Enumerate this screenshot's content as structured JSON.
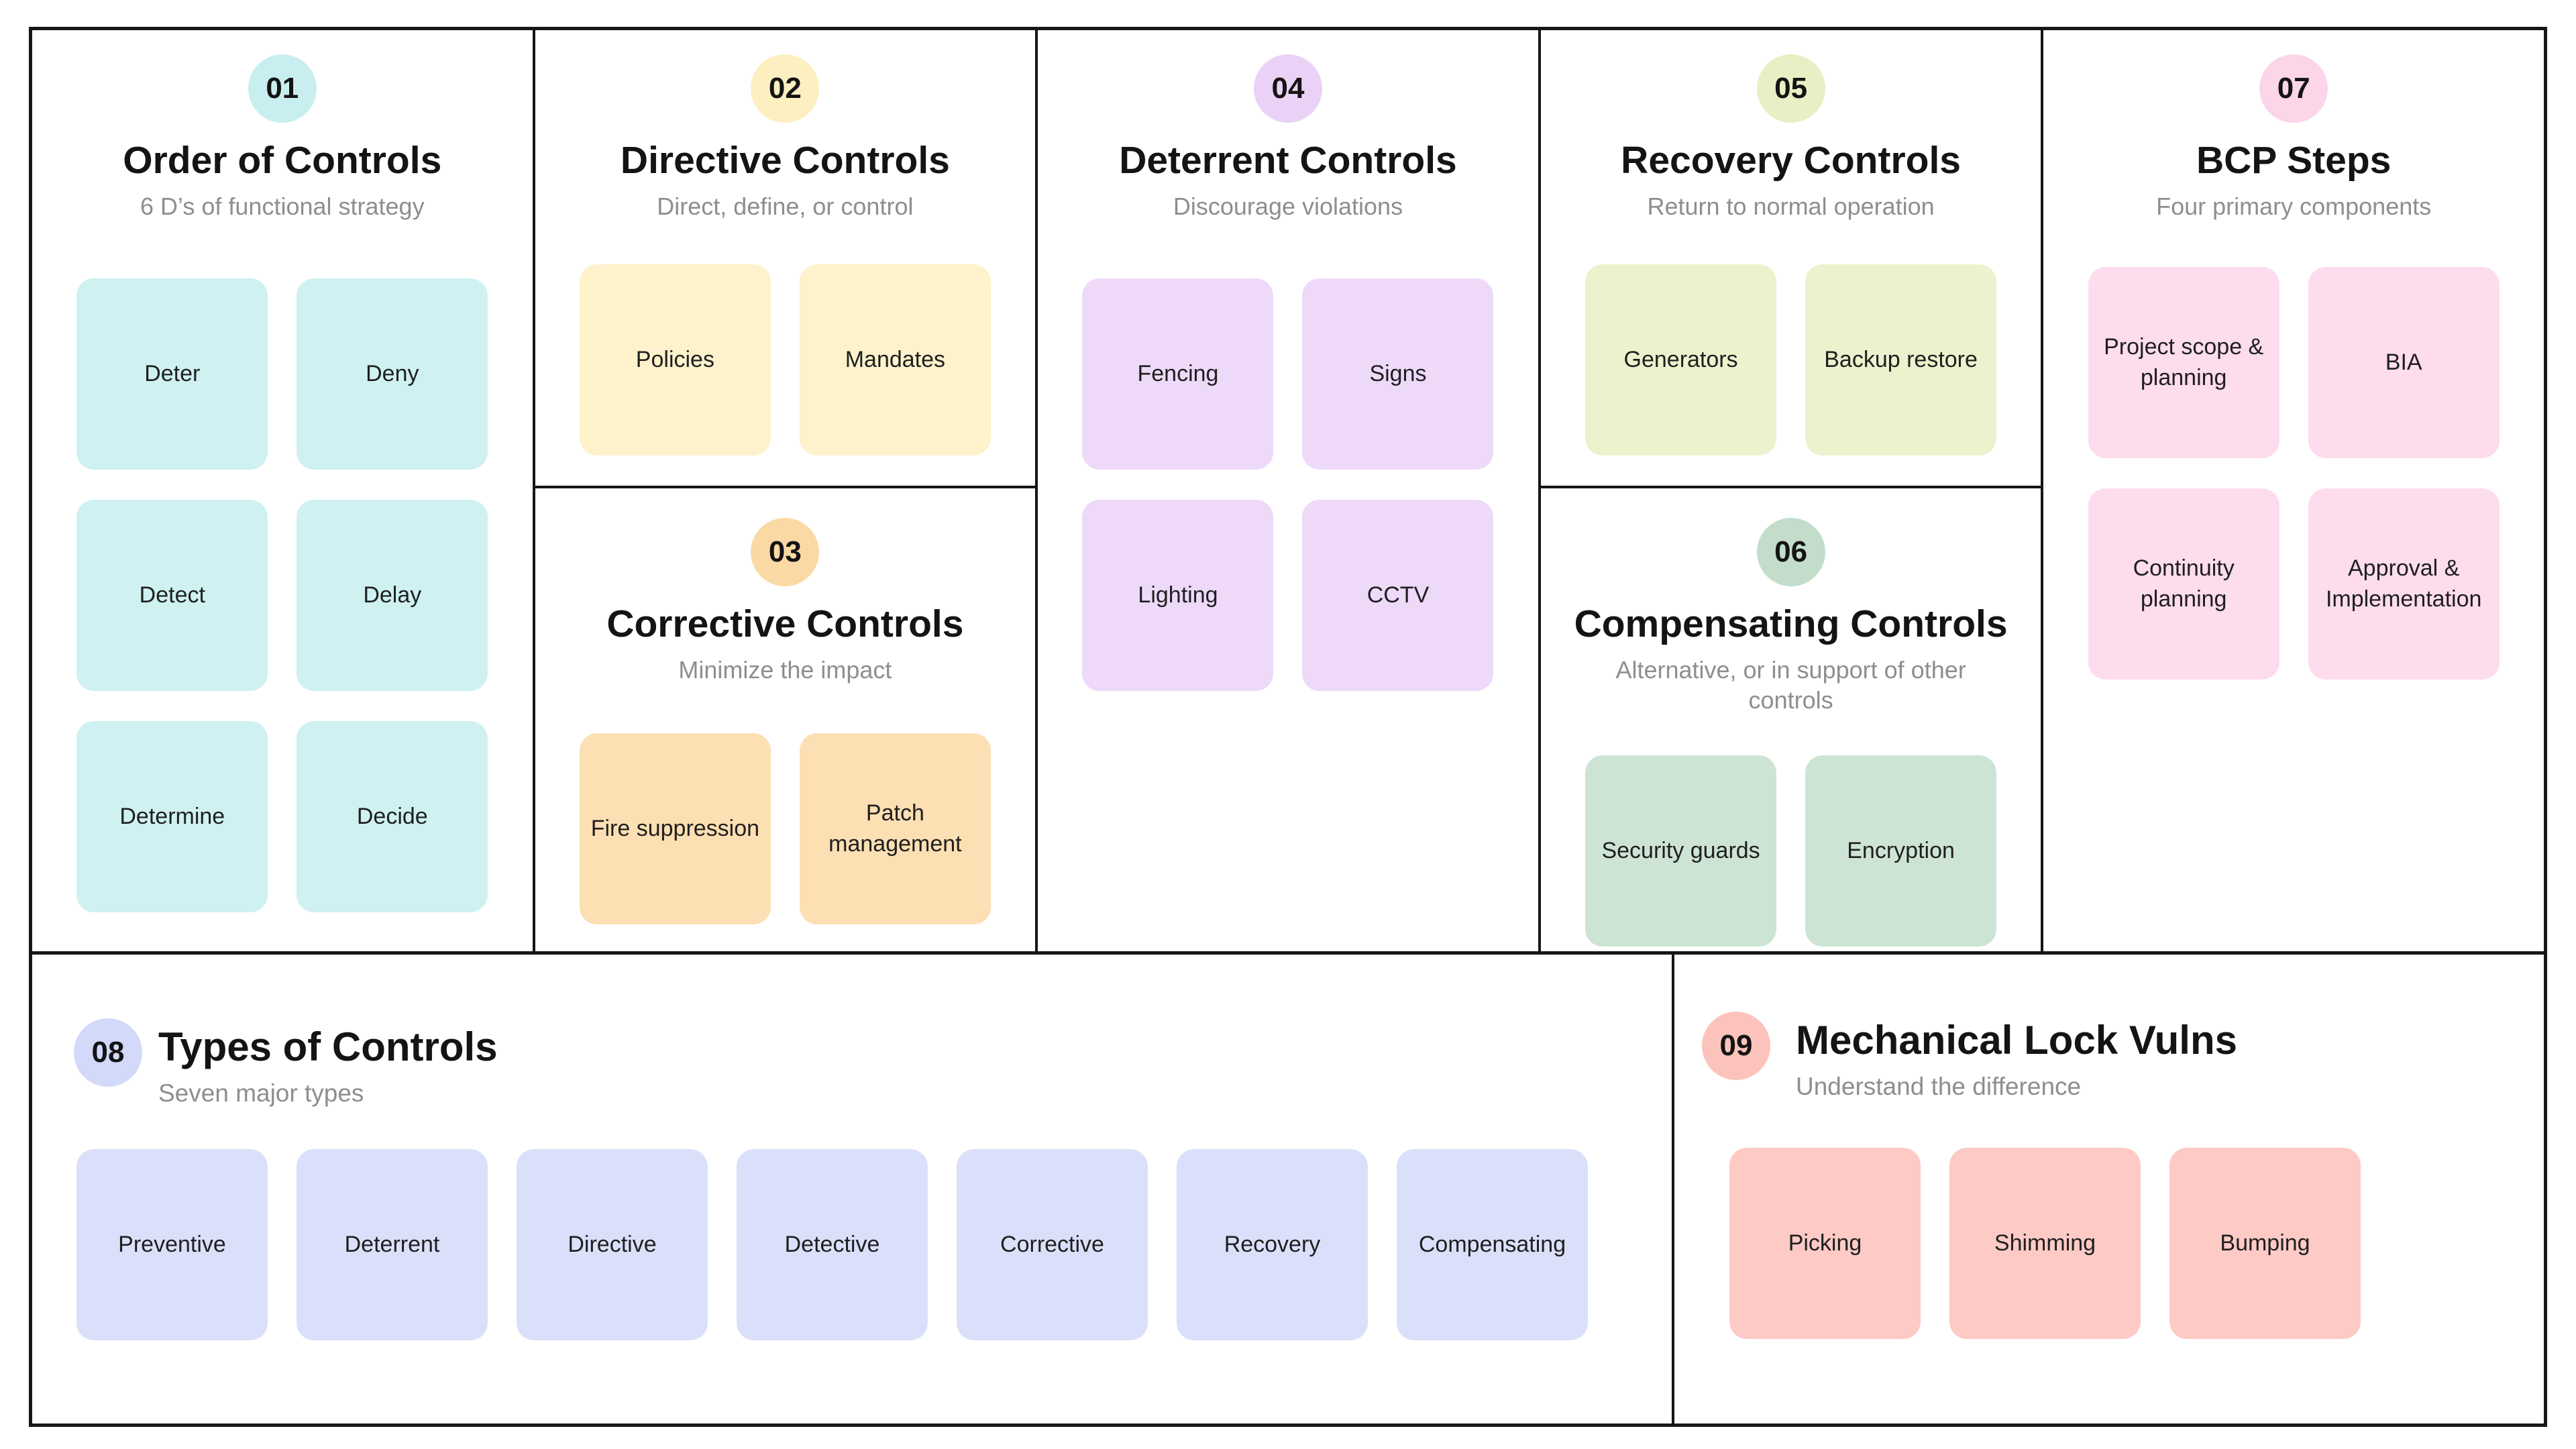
{
  "meta": {
    "background": "#ffffff",
    "border_color": "#161616",
    "title_color": "#141414",
    "subtitle_color": "#8e8e8e",
    "label_color": "#1f1f1f"
  },
  "sections": {
    "s1": {
      "number": "01",
      "title": "Order of Controls",
      "subtitle": "6 D’s of functional strategy",
      "badge_color": "#c9eef0",
      "box_color": "#cff1f2",
      "items": [
        "Deter",
        "Deny",
        "Detect",
        "Delay",
        "Determine",
        "Decide"
      ]
    },
    "s2": {
      "number": "02",
      "title": "Directive Controls",
      "subtitle": "Direct, define, or control",
      "badge_color": "#fdefbf",
      "box_color": "#fdf2cb",
      "items": [
        "Policies",
        "Mandates"
      ]
    },
    "s3": {
      "number": "03",
      "title": "Corrective Controls",
      "subtitle": "Minimize the impact",
      "badge_color": "#fbd9a4",
      "box_color": "#fcdfb2",
      "items": [
        "Fire suppression",
        "Patch management"
      ]
    },
    "s4": {
      "number": "04",
      "title": "Deterrent Controls",
      "subtitle": "Discourage violations",
      "badge_color": "#ead2f7",
      "box_color": "#eed9f9",
      "items": [
        "Fencing",
        "Signs",
        "Lighting",
        "CCTV"
      ]
    },
    "s5": {
      "number": "05",
      "title": "Recovery Controls",
      "subtitle": "Return to normal operation",
      "badge_color": "#e7f0c4",
      "box_color": "#ebf2cd",
      "items": [
        "Generators",
        "Backup restore"
      ]
    },
    "s6": {
      "number": "06",
      "title": "Compensating Controls",
      "subtitle": "Alternative, or in support of other controls",
      "badge_color": "#c3ddca",
      "box_color": "#cde4d4",
      "items": [
        "Security guards",
        "Encryption"
      ]
    },
    "s7": {
      "number": "07",
      "title": "BCP Steps",
      "subtitle": "Four primary components",
      "badge_color": "#fcd5e9",
      "box_color": "#fddcee",
      "items": [
        "Project scope & planning",
        "BIA",
        "Continuity planning",
        "Approval & Implementation"
      ]
    },
    "s8": {
      "number": "08",
      "title": "Types of Controls",
      "subtitle": "Seven major types",
      "badge_color": "#d2d9f9",
      "box_color": "#dbe0fa",
      "items": [
        "Preventive",
        "Deterrent",
        "Directive",
        "Detective",
        "Corrective",
        "Recovery",
        "Compensating"
      ]
    },
    "s9": {
      "number": "09",
      "title": "Mechanical Lock Vulns",
      "subtitle": "Understand the difference",
      "badge_color": "#fcc3bd",
      "box_color": "#fdcac5",
      "items": [
        "Picking",
        "Shimming",
        "Bumping"
      ]
    }
  }
}
